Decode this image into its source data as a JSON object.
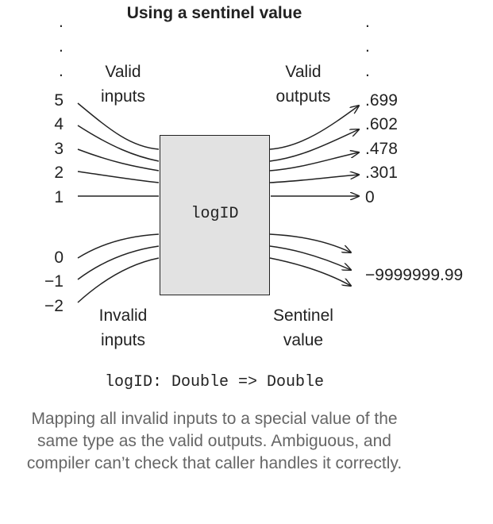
{
  "title": "Using a sentinel value",
  "function_name": "logID",
  "valid_inputs_label": "Valid\ninputs",
  "valid_outputs_label": "Valid\noutputs",
  "invalid_inputs_label": "Invalid\ninputs",
  "sentinel_label": "Sentinel\nvalue",
  "ellipsis": ".",
  "valid_inputs": [
    "5",
    "4",
    "3",
    "2",
    "1"
  ],
  "valid_outputs": [
    ".699",
    ".602",
    ".478",
    ".301",
    "0"
  ],
  "invalid_inputs": [
    "0",
    "−1",
    "−2"
  ],
  "sentinel_output": "−9999999.99",
  "signature": "logID: Double => Double",
  "caption": "Mapping all invalid inputs to a special value of the same type as the valid outputs. Ambiguous, and compiler can’t check that caller handles it correctly.",
  "colors": {
    "box_fill": "#e2e2e2",
    "stroke": "#222222",
    "caption": "#666666"
  }
}
